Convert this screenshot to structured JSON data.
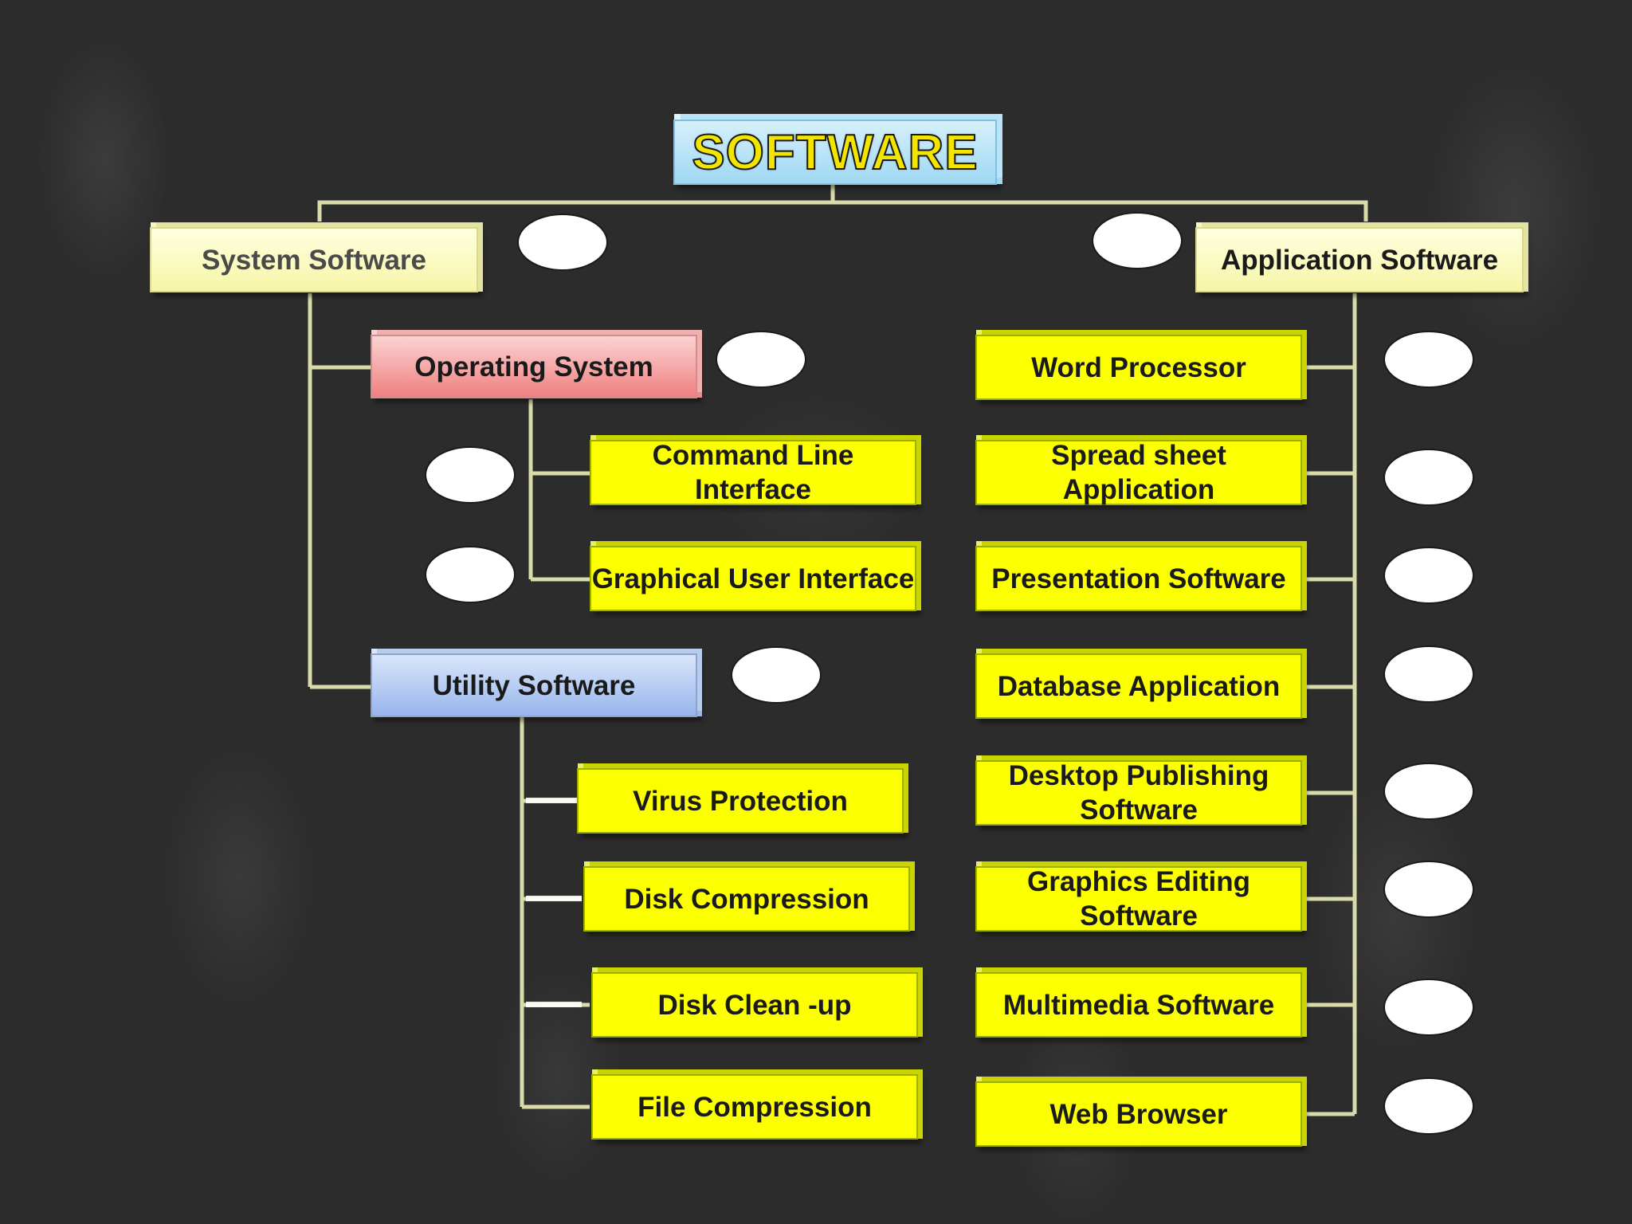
{
  "diagram": {
    "root": "SOFTWARE",
    "system": {
      "label": "System Software",
      "operating_system": "Operating System",
      "cli": "Command Line Interface",
      "gui": "Graphical User Interface",
      "utility": "Utility Software",
      "virus": "Virus Protection",
      "disk_compression": "Disk Compression",
      "disk_cleanup": "Disk Clean -up",
      "file_compression": "File Compression"
    },
    "application": {
      "label": "Application Software",
      "items": [
        "Word Processor",
        "Spread sheet Application",
        "Presentation Software",
        "Database Application",
        "Desktop Publishing Software",
        "Graphics Editing Software",
        "Multimedia Software",
        "Web Browser"
      ]
    }
  },
  "colors": {
    "node_yellow": "#fbff00",
    "connector": "#d9dcaa",
    "os_pink": "#f07f80",
    "utility_blue": "#98b6ec",
    "title_cyan": "#9fd8f3"
  }
}
